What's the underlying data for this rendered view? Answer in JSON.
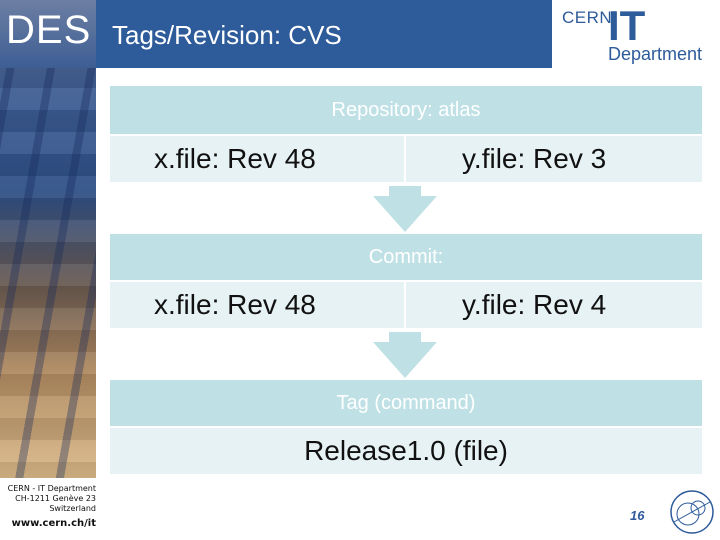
{
  "header": {
    "logo_text": "DES",
    "title": "Tags/Revision: CVS",
    "cern_logo": {
      "cern": "CERN",
      "it": "IT",
      "department": "Department"
    }
  },
  "diagram": {
    "repository_label": "Repository: atlas",
    "row1": {
      "left": "x.file: Rev 48",
      "right": "y.file: Rev 3"
    },
    "commit_label": "Commit:",
    "row2": {
      "left": "x.file: Rev 48",
      "right": "y.file: Rev 4"
    },
    "tag_label": "Tag (command)",
    "release": "Release1.0 (file)"
  },
  "footer": {
    "address_line1": "CERN - IT Department",
    "address_line2": "CH-1211 Genève 23",
    "address_line3": "Switzerland",
    "website": "www.cern.ch/it",
    "page_number": "16"
  },
  "colors": {
    "header_blue": "#2e5b9a",
    "band": "#bfe1e5",
    "row": "#e6f2f4"
  }
}
